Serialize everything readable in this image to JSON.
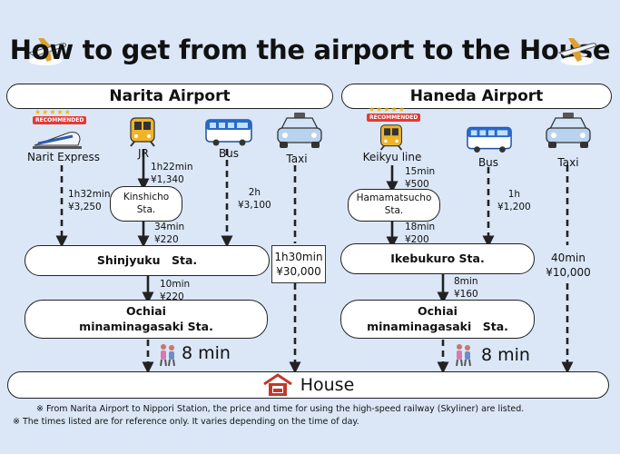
{
  "title": "How to get from the airport to the House",
  "narita": {
    "header": "Narita Airport",
    "badge": "RECOMMENDED",
    "modes": [
      "Narit Express",
      "JR",
      "Bus",
      "Taxi"
    ],
    "express_info": [
      "1h32min",
      "¥3,250"
    ],
    "jr_info1": [
      "1h22min",
      "¥1,340"
    ],
    "transfer": [
      "Kinshicho",
      "Sta."
    ],
    "jr_info2": [
      "34min",
      "¥220"
    ],
    "bus_info": [
      "2h",
      "¥3,100"
    ],
    "taxi_info": [
      "1h30min",
      "¥30,000"
    ],
    "station1": "Shinjyuku　Sta.",
    "leg_info": [
      "10min",
      "¥220"
    ],
    "station2": [
      "Ochiai",
      "minaminagasaki Sta."
    ],
    "walk": "8 min"
  },
  "haneda": {
    "header": "Haneda Airport",
    "badge": "RECOMMENDED",
    "modes": [
      "Keikyu line",
      "Bus",
      "Taxi"
    ],
    "keikyu_info1": [
      "15min",
      "¥500"
    ],
    "transfer": [
      "Hamamatsucho",
      "Sta."
    ],
    "keikyu_info2": [
      "18min",
      "¥200"
    ],
    "bus_info": [
      "1h",
      "¥1,200"
    ],
    "taxi_info": [
      "40min",
      "¥10,000"
    ],
    "station1": "Ikebukuro Sta.",
    "leg_info": [
      "8min",
      "¥160"
    ],
    "station2": [
      "Ochiai",
      "minaminagasaki　Sta."
    ],
    "walk": "8 min"
  },
  "house": "House",
  "notes": [
    "※ From Narita Airport to Nippori Station, the price and time for using the high-speed railway (Skyliner) are listed.",
    "※ The times listed are for reference only. It varies depending on the time of day."
  ],
  "colors": {
    "background": "#dbe7f7",
    "badge": "#e53935",
    "house_icon": "#c0392b"
  }
}
